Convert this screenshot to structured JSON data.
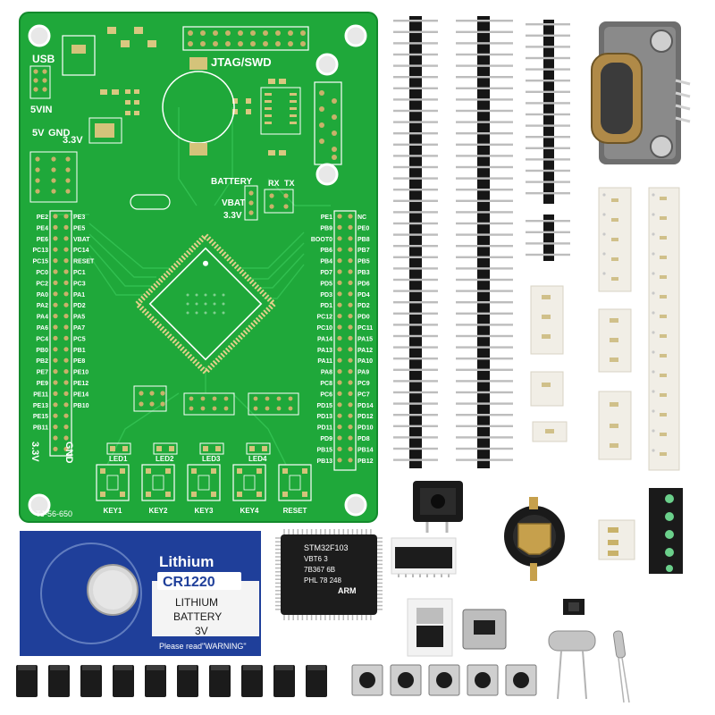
{
  "colors": {
    "pcb_green": "#1fa83a",
    "pcb_trace": "#2cc24a",
    "silkscreen": "#ffffff",
    "pad_gold": "#c9b26a",
    "header_black": "#161616",
    "pin_silver": "#b7b7b7",
    "card_blue": "#1f3f9a",
    "card_white": "#f4f4f4"
  },
  "pcb": {
    "title_jtag": "JTAG/SWD",
    "label_usb": "USB",
    "label_5vin": "5VIN",
    "label_5v": "5V",
    "label_gnd": "GND",
    "label_33v": "3.3V",
    "label_battery": "BATTERY",
    "label_vbat": "VBAT",
    "label_33v_b": "3.3V",
    "label_rx": "RX",
    "label_tx": "TX",
    "board_id": "TJ-56-650",
    "left_labels": [
      "PE2",
      "PE4",
      "PE6",
      "PC13",
      "PC15",
      "PC0",
      "PC2",
      "PA0",
      "PA2",
      "PA4",
      "PA6",
      "PC4",
      "PB0",
      "PB2",
      "PE7",
      "PE9",
      "PE11",
      "PE13",
      "PE15",
      "PB11"
    ],
    "left_labels_b": [
      "PE3",
      "PE5",
      "VBAT",
      "PC14",
      "RESET",
      "PC1",
      "PC3",
      "PA1",
      "PD2",
      "PA5",
      "PA7",
      "PC5",
      "PB1",
      "PE8",
      "PE10",
      "PE12",
      "PE14",
      "PB10"
    ],
    "right_labels": [
      "PE1",
      "PB9",
      "BOOT0",
      "PB6",
      "PB4",
      "PD7",
      "PD5",
      "PD3",
      "PD1",
      "PC12",
      "PC10",
      "PA14",
      "PA13",
      "PA11",
      "PA8",
      "PC8",
      "PC6",
      "PD15",
      "PD13",
      "PD11",
      "PD9",
      "PB15",
      "PB13"
    ],
    "right_labels_b": [
      "NC",
      "PE0",
      "PB8",
      "PB7",
      "PB5",
      "PB3",
      "PD6",
      "PD4",
      "PD2",
      "PD0",
      "PC11",
      "PA15",
      "PA12",
      "PA10",
      "PA9",
      "PC9",
      "PC7",
      "PD14",
      "PD12",
      "PD10",
      "PD8",
      "PB14",
      "PB12"
    ],
    "keys": [
      "KEY1",
      "KEY2",
      "KEY3",
      "KEY4",
      "RESET"
    ],
    "leds": [
      "LED1",
      "LED2",
      "LED3",
      "LED4"
    ],
    "gnd_bottom": "GND",
    "v33_bottom": "3.3V"
  },
  "battery_card": {
    "brand": "Lithium",
    "model": "CR1220",
    "line1": "LITHIUM",
    "line2": "BATTERY",
    "line3": "3V",
    "warning": "Please read\"WARNING\""
  },
  "chip": {
    "line1": "STM32F103",
    "line2": "VBT6 3",
    "line3": "7B367 6B",
    "line4": "PHL 78 248",
    "brand": "ARM"
  },
  "counts": {
    "jumpers": 10,
    "tact_switches": 5
  }
}
